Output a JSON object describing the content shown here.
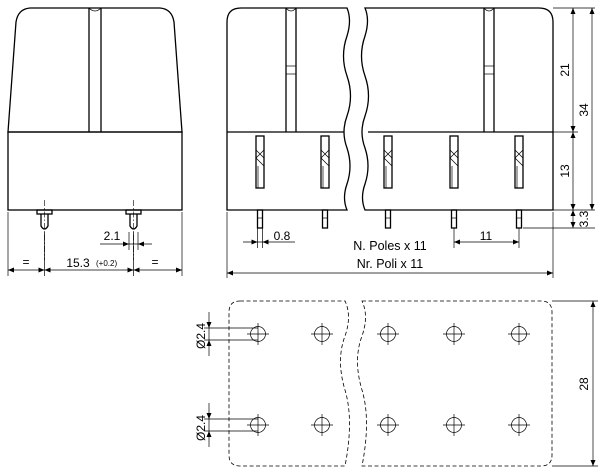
{
  "left_view": {
    "pitch_label": "15.3",
    "pitch_tolerance": "(+0.2)",
    "pin_width_label": "2.1",
    "equal_left": "=",
    "equal_right": "="
  },
  "front_view": {
    "pin_thickness_label": "0.8",
    "pitch_label": "11",
    "note_en": "N. Poles x 11",
    "note_it": "Nr. Poli x 11"
  },
  "side_dims": {
    "upper_height": "21",
    "total_height": "34",
    "lower_height": "13",
    "pin_length": "3.3"
  },
  "footprint": {
    "hole_diameter_top": "Ø2.4",
    "hole_diameter_bottom": "Ø2.4",
    "row_spacing": "28"
  }
}
